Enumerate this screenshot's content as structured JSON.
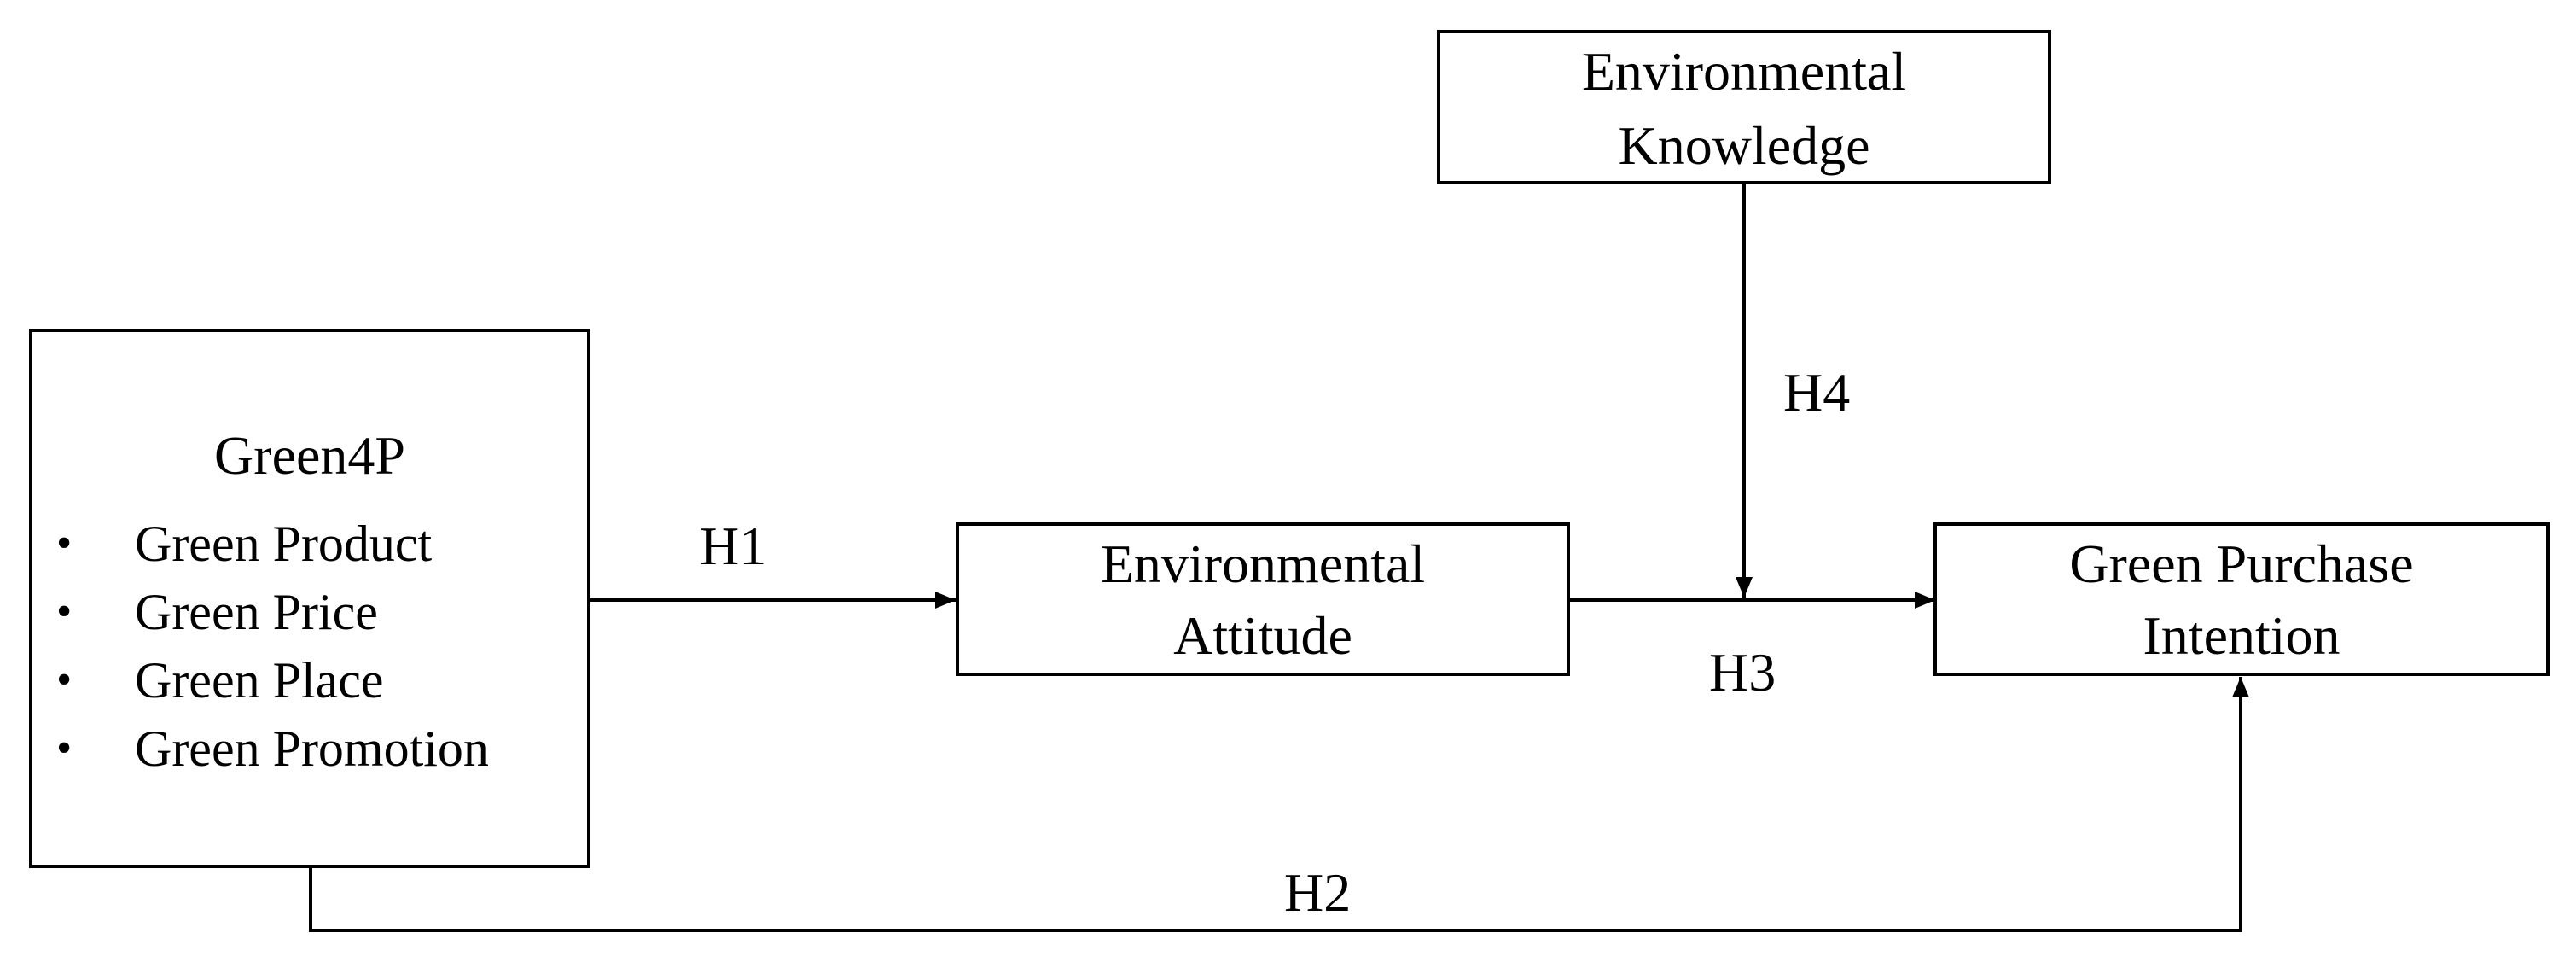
{
  "diagram": {
    "nodes": {
      "green4p": {
        "title": "Green4P",
        "items": [
          "Green Product",
          "Green Price",
          "Green Place",
          "Green Promotion"
        ],
        "bullet": "•"
      },
      "attitude": {
        "line1": "Environmental",
        "line2": "Attitude"
      },
      "knowledge": {
        "line1": "Environmental",
        "line2": "Knowledge"
      },
      "intention": {
        "line1": "Green Purchase",
        "line2": "Intention"
      }
    },
    "edges": {
      "h1": "H1",
      "h2": "H2",
      "h3": "H3",
      "h4": "H4"
    }
  }
}
